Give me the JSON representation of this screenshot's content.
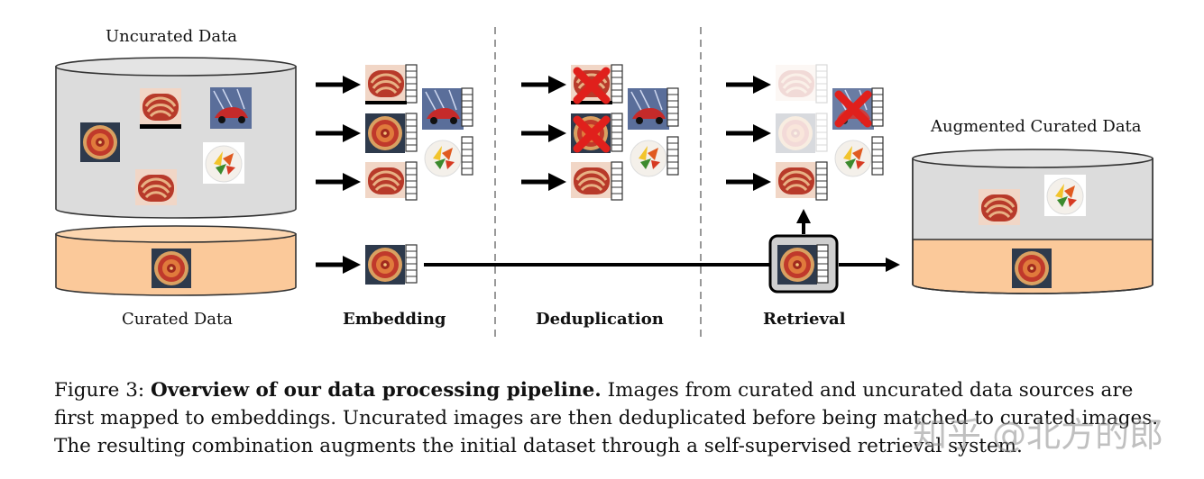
{
  "labels": {
    "uncurated": "Uncurated Data",
    "curated": "Curated Data",
    "augmented": "Augmented Curated Data"
  },
  "stages": {
    "embedding": "Embedding",
    "deduplication": "Deduplication",
    "retrieval": "Retrieval"
  },
  "caption": {
    "prefix": "Figure 3: ",
    "bold": "Overview of our data processing pipeline.",
    "rest": " Images from curated and uncurated data sources are first mapped to embeddings. Uncurated images are then deduplicated before being matched to curated images. The resulting combination augments the initial dataset through a self-supervised retrieval system."
  },
  "watermark": "知乎 @北方的郎",
  "colors": {
    "uncurated_db": "#dcdcdc",
    "curated_db": "#fbc99a",
    "cross": "#e0201c"
  }
}
